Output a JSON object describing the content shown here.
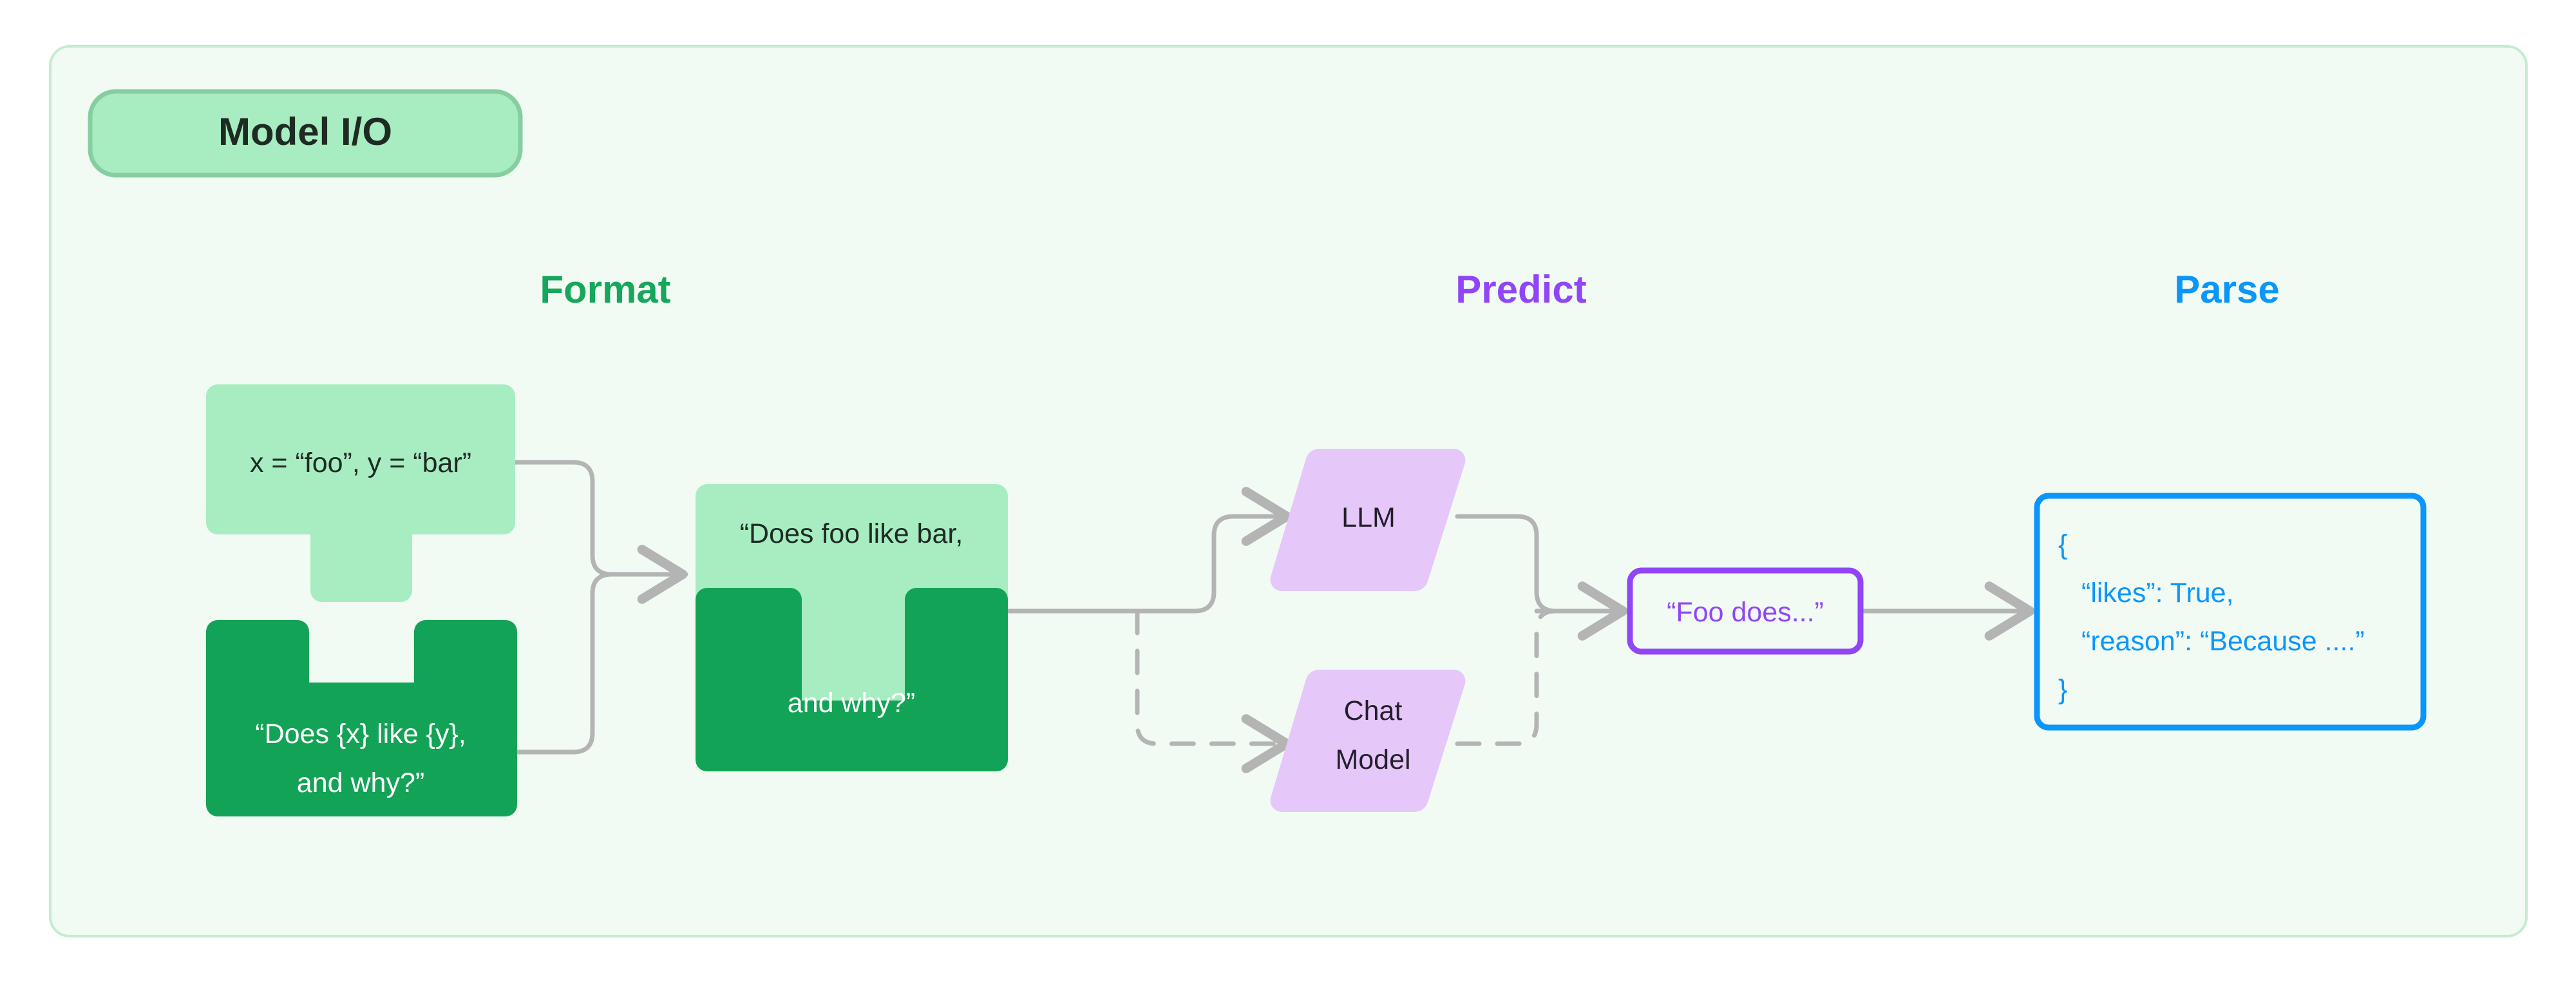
{
  "container": {
    "fill": "#f1fbf3",
    "border": "#c3ecd1"
  },
  "badge": {
    "label": "Model I/O",
    "fill": "#a8ecc2",
    "border": "#86ce9f",
    "text_color": "#1d2b23"
  },
  "sections": [
    {
      "id": "format",
      "label": "Format",
      "color": "#16a75c"
    },
    {
      "id": "predict",
      "label": "Predict",
      "color": "#9046f7"
    },
    {
      "id": "parse",
      "label": "Parse",
      "color": "#0b96fc"
    }
  ],
  "format": {
    "values_piece": {
      "text": "x = “foo”, y = “bar”",
      "fill": "#a8ecc2",
      "text_color": "#1d2b23"
    },
    "template_piece": {
      "line1": "“Does {x} like {y},",
      "line2": "and why?”",
      "fill": "#13a356",
      "text_color": "#ffffff"
    },
    "combined_piece": {
      "top_text": "“Does foo like bar,",
      "bottom_text": "and why?”",
      "top_fill": "#a8ecc2",
      "bottom_fill": "#13a356",
      "top_text_color": "#1d2b23",
      "bottom_text_color": "#ffffff"
    }
  },
  "predict": {
    "llm": {
      "label": "LLM",
      "fill": "#e5c7fa",
      "text_color": "#241f2b"
    },
    "chat_model": {
      "line1": "Chat",
      "line2": "Model",
      "fill": "#e5c7fa",
      "text_color": "#241f2b"
    },
    "output_box": {
      "text": "“Foo does...”",
      "border": "#9046f7",
      "text_color": "#9046f7"
    }
  },
  "parse": {
    "json_box": {
      "border": "#0b96fc",
      "text_color": "#0b96fc",
      "lines": [
        "{",
        "“likes”: True,",
        "“reason”: “Because ....”",
        "}"
      ]
    }
  },
  "connectors": {
    "color": "#b4b4b4",
    "solid_width": 7,
    "dash_pattern": "34 28"
  }
}
